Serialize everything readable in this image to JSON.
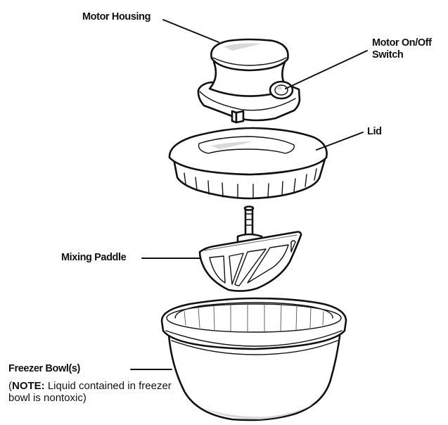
{
  "labels": {
    "motor_housing": "Motor Housing",
    "motor_switch_line1": "Motor On/Off",
    "motor_switch_line2": "Switch",
    "lid": "Lid",
    "mixing_paddle": "Mixing Paddle",
    "freezer_bowl": "Freezer Bowl(s)"
  },
  "note": {
    "open_paren": "(",
    "bold": "NOTE:",
    "text": " Liquid contained in freezer bowl is nontoxic)"
  }
}
